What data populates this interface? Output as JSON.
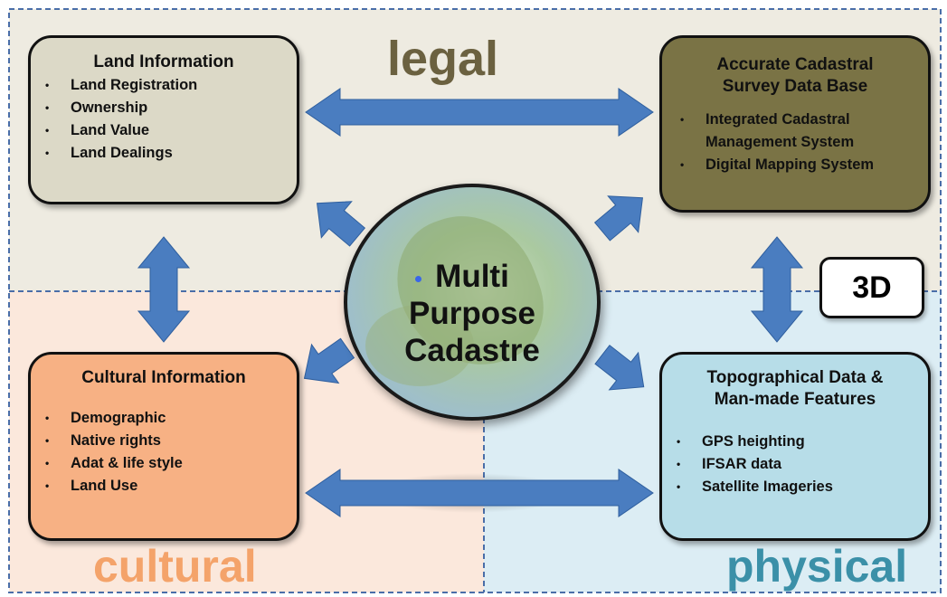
{
  "zones": {
    "legal": "legal",
    "cultural": "cultural",
    "physical": "physical"
  },
  "center": {
    "line1": "Multi",
    "line2": "Purpose",
    "line3": "Cadastre"
  },
  "boxes": {
    "land_information": {
      "title": "Land Information",
      "items": [
        "Land Registration",
        "Ownership",
        "Land Value",
        "Land Dealings"
      ]
    },
    "accurate_cadastral": {
      "title_line1": "Accurate Cadastral",
      "title_line2": "Survey Data Base",
      "items": [
        "Integrated Cadastral Management System",
        "Digital Mapping System"
      ]
    },
    "cultural_information": {
      "title": "Cultural Information",
      "items": [
        "Demographic",
        "Native rights",
        "Adat & life style",
        "Land Use"
      ]
    },
    "topographical": {
      "title_line1": "Topographical Data &",
      "title_line2": "Man-made Features",
      "items": [
        "GPS heighting",
        "IFSAR data",
        "Satellite Imageries"
      ]
    }
  },
  "badge_3d": "3D",
  "colors": {
    "arrow": "#4a7dc0",
    "legal_label": "#6b6140",
    "cultural_label": "#f4a36a",
    "physical_label": "#3b90a8"
  }
}
